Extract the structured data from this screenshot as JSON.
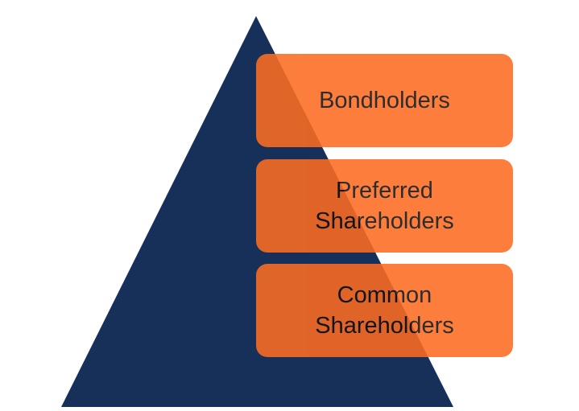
{
  "colors": {
    "pyramid": "#16305a",
    "tier_fill": "#fc6c22",
    "text": "#111111"
  },
  "tiers": [
    {
      "label": "Bondholders"
    },
    {
      "label": "Preferred Shareholders"
    },
    {
      "label": "Common Shareholders"
    }
  ]
}
